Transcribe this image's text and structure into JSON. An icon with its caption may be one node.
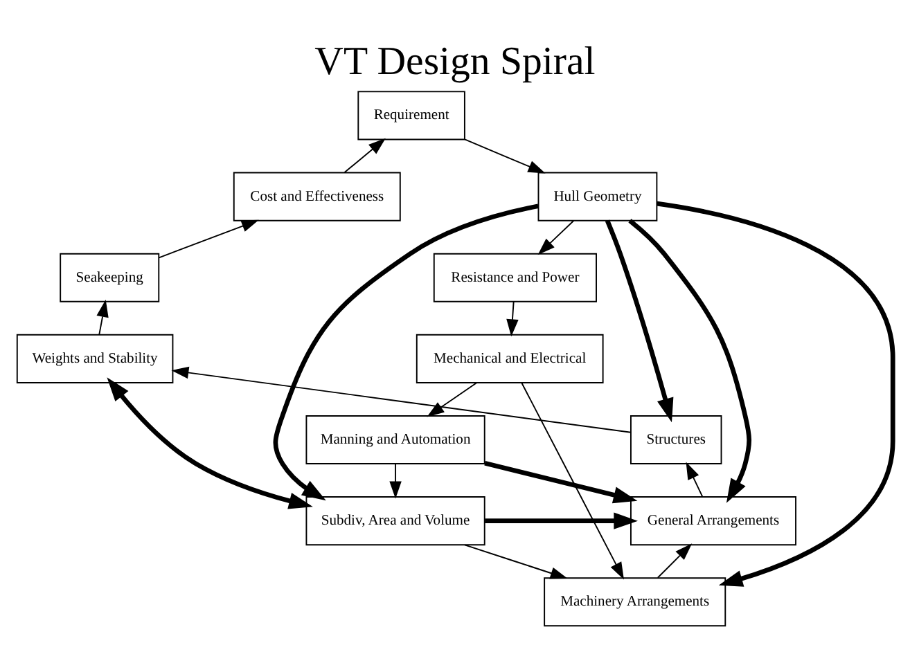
{
  "diagram": {
    "title": "VT Design Spiral",
    "nodes": [
      {
        "text": [
          "Requirement"
        ]
      },
      {
        "text": [
          "Hull Geometry"
        ]
      },
      {
        "text": [
          "Resistance and Power"
        ]
      },
      {
        "text": [
          "Mechanical and Electrical"
        ]
      },
      {
        "text": [
          "Manning and Automation"
        ]
      },
      {
        "text": [
          "Subdiv, Area and Volume"
        ]
      },
      {
        "text": [
          "Machinery Arrangements"
        ]
      },
      {
        "text": [
          "General Arrangements"
        ]
      },
      {
        "text": [
          "Structures"
        ]
      },
      {
        "text": [
          "Weights and Stability"
        ]
      },
      {
        "text": [
          "Seakeeping"
        ]
      },
      {
        "text": [
          "Cost and Effectiveness"
        ]
      }
    ],
    "edges": [
      {
        "from": 0,
        "to": 1,
        "arrow": "to"
      },
      {
        "from": 1,
        "to": 2,
        "arrow": "to"
      },
      {
        "from": 2,
        "to": 3,
        "arrow": "to"
      },
      {
        "from": 3,
        "to": 4,
        "arrow": "to"
      },
      {
        "from": 4,
        "to": 5,
        "arrow": "to"
      },
      {
        "from": 5,
        "to": 6,
        "arrow": "to"
      },
      {
        "from": 6,
        "to": 7,
        "arrow": "to"
      },
      {
        "from": 7,
        "to": 8,
        "arrow": "to"
      },
      {
        "from": 8,
        "to": 9,
        "arrow": "to"
      },
      {
        "from": 9,
        "to": 10,
        "arrow": "to"
      },
      {
        "from": 10,
        "to": 11,
        "arrow": "to"
      },
      {
        "from": 11,
        "to": 0,
        "arrow": "to"
      },
      {
        "from": 1,
        "to": 5,
        "arrow": "to",
        "style": "thick"
      },
      {
        "from": 1,
        "to": 6,
        "arrow": "to",
        "style": "thick"
      },
      {
        "from": 1,
        "to": 7,
        "arrow": "to",
        "style": "thick"
      },
      {
        "from": 1,
        "to": 8,
        "arrow": "to",
        "style": "thick"
      },
      {
        "from": 3,
        "to": 6,
        "arrow": "to"
      },
      {
        "from": 4,
        "to": 7,
        "arrow": "to",
        "style": "thick"
      },
      {
        "from": 5,
        "to": 7,
        "arrow": "to",
        "style": "thick"
      },
      {
        "from": 5,
        "to": 9,
        "arrow": "both",
        "style": "thick"
      }
    ]
  }
}
